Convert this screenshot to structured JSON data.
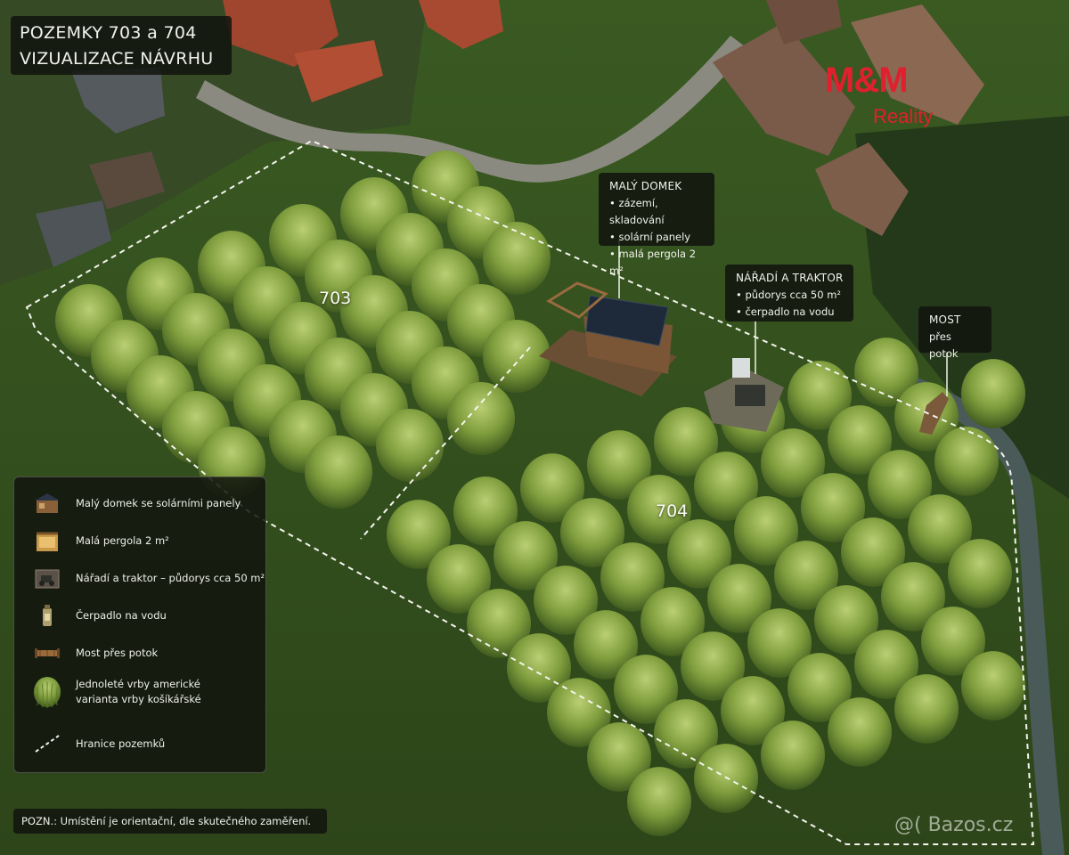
{
  "title": {
    "line1": "POZEMKY 703 a 704",
    "line2": "VIZUALIZACE NÁVRHU"
  },
  "plots": {
    "p703": "703",
    "p704": "704"
  },
  "callouts": {
    "domek": {
      "title": "MALÝ DOMEK",
      "items": [
        "zázemí, skladování",
        "solární panely",
        "malá pergola 2 m²"
      ]
    },
    "naradi": {
      "title": "NÁŘADÍ A TRAKTOR",
      "items": [
        "půdorys cca 50 m²",
        "čerpadlo na vodu"
      ]
    },
    "most": {
      "title": "MOST",
      "subtitle": "přes potok"
    }
  },
  "legend": {
    "items": [
      {
        "icon": "house-icon",
        "text": "Malý domek se solárními panely"
      },
      {
        "icon": "pergola-icon",
        "text": "Malá pergola 2 m²"
      },
      {
        "icon": "tractor-icon",
        "text": "Nářadí a traktor – půdorys cca 50 m²"
      },
      {
        "icon": "water-pump-icon",
        "text": "Čerpadlo na vodu"
      },
      {
        "icon": "bridge-icon",
        "text": "Most přes potok"
      },
      {
        "icon": "willow-tree-icon",
        "text": "Jednoleté vrby americké",
        "text2": "varianta vrby košíkářské"
      },
      {
        "icon": "boundary-line-icon",
        "text": "Hranice pozemků"
      }
    ]
  },
  "note": "POZN.: Umístění je orientační, dle skutečného zaměření.",
  "brand": {
    "name": "M&M",
    "sub": "Reality"
  },
  "watermark": "@( Bazos.cz",
  "colors": {
    "brand_red": "#e0202f",
    "willow": "#8fae4a",
    "field": "#3e5a23",
    "panel": "#12140e"
  }
}
